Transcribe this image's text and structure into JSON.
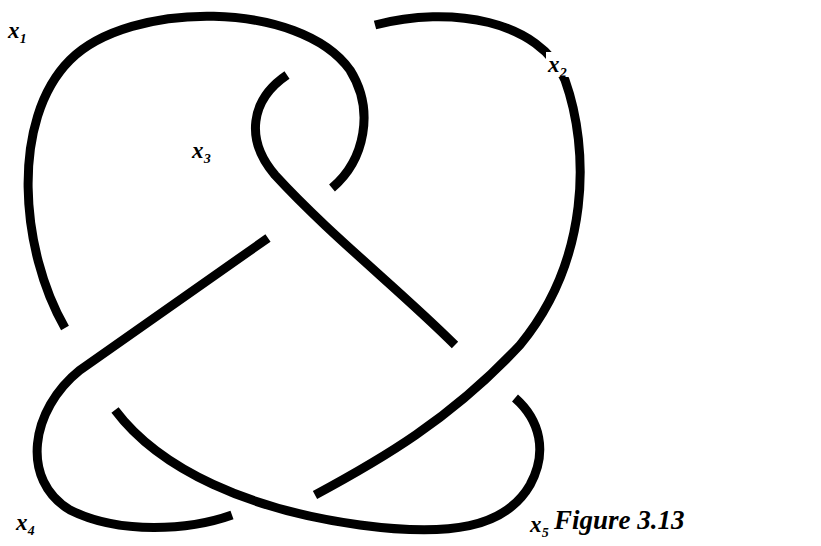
{
  "diagram": {
    "caption": "Figure 3.13",
    "labels": [
      "x₁",
      "x₂",
      "x₃",
      "x₄",
      "x₅"
    ]
  }
}
